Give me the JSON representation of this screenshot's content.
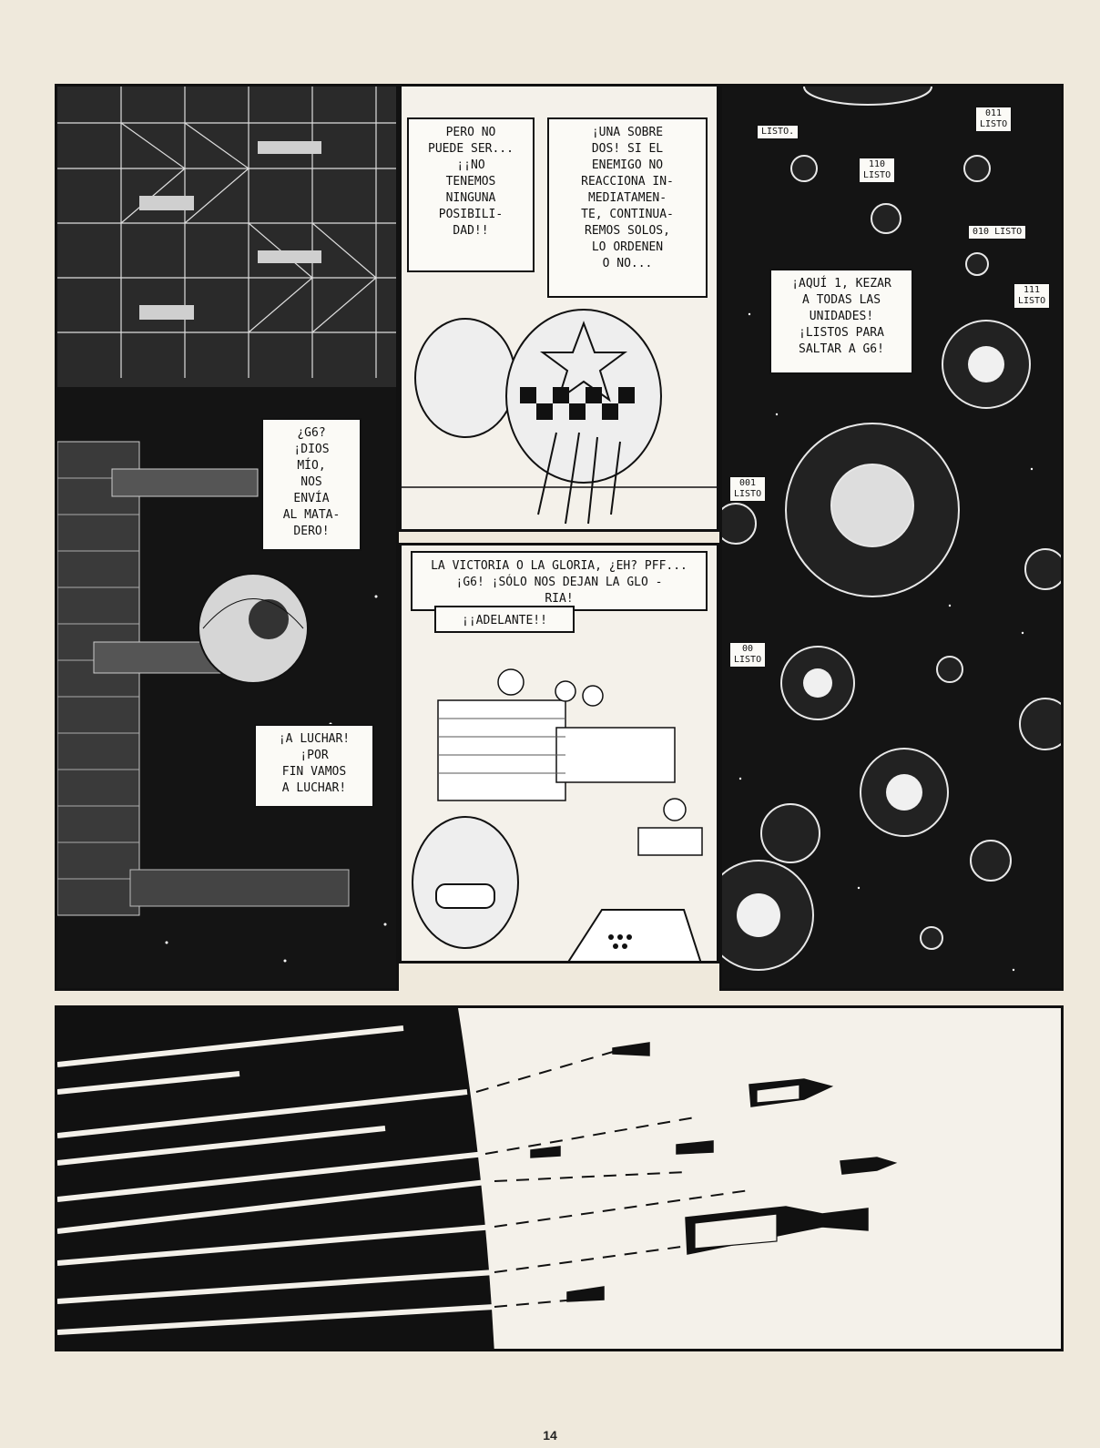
{
  "page": {
    "number": "14"
  },
  "panels": {
    "space_station": {
      "bubbles": [
        {
          "text": "¿G6?\n¡DIOS\nMÍO,\nNOS\nENVÍA\nAL MATA-\nDERO!"
        },
        {
          "text": "¡A LUCHAR!\n¡POR\nFIN VAMOS\nA LUCHAR!"
        }
      ]
    },
    "cockpit_top": {
      "bubbles": [
        {
          "text": "PERO NO\nPUEDE SER...\n¡¡NO\nTENEMOS\nNINGUNA\nPOSIBILI-\nDAD!!"
        },
        {
          "text": "¡UNA SOBRE\nDOS! SI EL\nENEMIGO NO\nREACCIONA IN-\nMEDIATAMEN-\nTE, CONTINUA-\nREMOS SOLOS,\nLO ORDENEN\nO NO..."
        }
      ]
    },
    "cockpit_bottom": {
      "bubbles": [
        {
          "text": "LA VICTORIA O LA GLORIA, ¿EH? PFF...\n¡G6! ¡SÓLO NOS DEJAN LA GLO -\nRIA!"
        },
        {
          "text": "¡¡ADELANTE!!"
        }
      ]
    },
    "fleet": {
      "bubbles": [
        {
          "text": "¡AQUÍ 1, KEZAR\nA TODAS LAS\nUNIDADES!\n¡LISTOS PARA\nSALTAR A G6!"
        }
      ],
      "tags": [
        {
          "text": "LISTO."
        },
        {
          "text": "011\nLISTO"
        },
        {
          "text": "110\nLISTO"
        },
        {
          "text": "010 LISTO"
        },
        {
          "text": "111\nLISTO"
        },
        {
          "text": "001\nLISTO"
        },
        {
          "text": "00\nLISTO"
        }
      ]
    }
  }
}
